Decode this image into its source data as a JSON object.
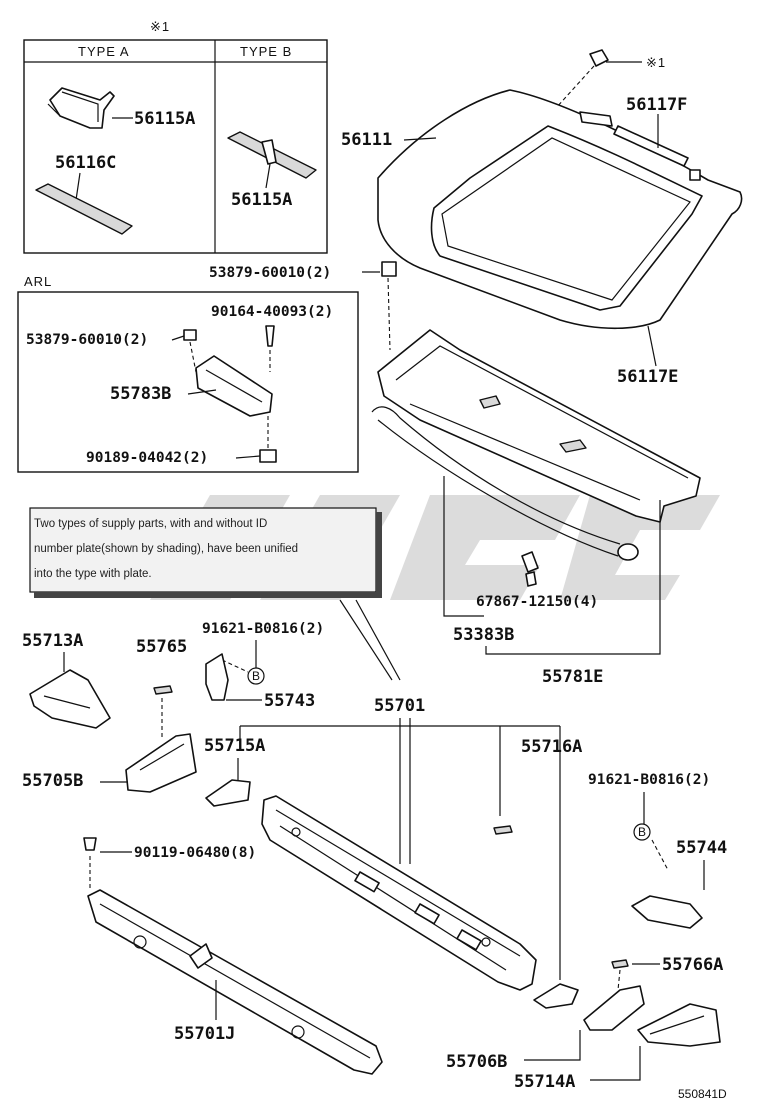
{
  "callout_top": "※1",
  "callout_glass": "※1",
  "type_box": {
    "type_a": "TYPE A",
    "type_b": "TYPE B"
  },
  "arl_label": "ARL",
  "note": {
    "line1": "Two types of supply parts, with and without ID",
    "line2": "number plate(shown by shading), have been unified",
    "line3": "into the type with plate."
  },
  "bolt_marker": "B",
  "diagram_code": "550841D",
  "parts": {
    "p56115A_a": "56115A",
    "p56116C": "56116C",
    "p56115A_b": "56115A",
    "p56111": "56111",
    "p56117F": "56117F",
    "p56117E": "56117E",
    "p53879_top": "53879-60010(2)",
    "p53879_arl": "53879-60010(2)",
    "p90164": "90164-40093(2)",
    "p55783B": "55783B",
    "p90189": "90189-04042(2)",
    "p67867": "67867-12150(4)",
    "p53383B": "53383B",
    "p55781E": "55781E",
    "p55713A": "55713A",
    "p55765": "55765",
    "p91621_left": "91621-B0816(2)",
    "p55743": "55743",
    "p55701": "55701",
    "p55715A": "55715A",
    "p55716A": "55716A",
    "p55705B": "55705B",
    "p91621_right": "91621-B0816(2)",
    "p55744": "55744",
    "p90119": "90119-06480(8)",
    "p55766A": "55766A",
    "p55701J": "55701J",
    "p55706B": "55706B",
    "p55714A": "55714A"
  }
}
